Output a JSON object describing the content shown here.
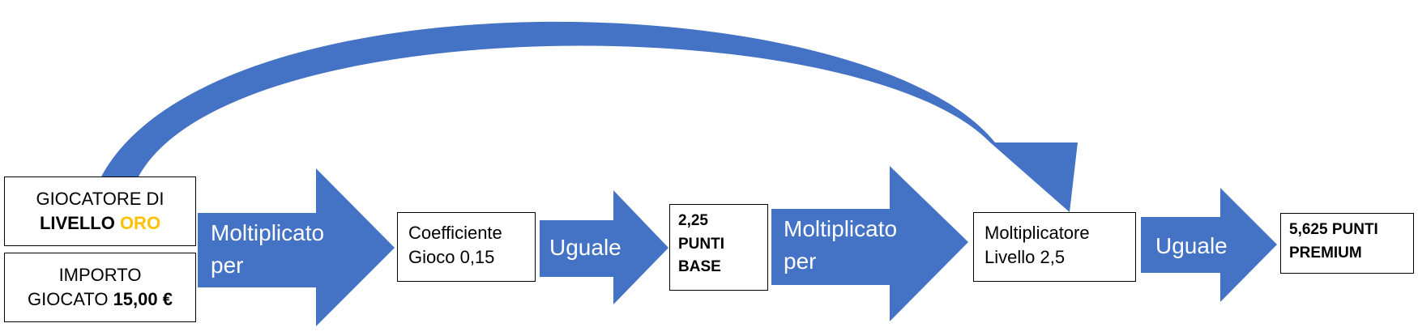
{
  "colors": {
    "arrow_fill": "#4472c4",
    "box_border": "#000000",
    "highlight_gold": "#ffc000"
  },
  "box_player_level": {
    "line1": "GIOCATORE DI",
    "line2_prefix": "LIVELLO ",
    "line2_level": "ORO"
  },
  "box_amount": {
    "line1": "IMPORTO",
    "line2_prefix": "GIOCATO ",
    "line2_value": "15,00 €"
  },
  "arrow_multiply_1": {
    "line1": "Moltiplicato",
    "line2": "per"
  },
  "box_game_coefficient": {
    "line1": "Coefficiente",
    "line2": "Gioco 0,15"
  },
  "arrow_equals_1": {
    "label": "Uguale"
  },
  "box_base_points": {
    "line1": "2,25",
    "line2": "PUNTI",
    "line3": "BASE"
  },
  "arrow_multiply_2": {
    "line1": "Moltiplicato",
    "line2": "per"
  },
  "box_level_multiplier": {
    "line1": "Moltiplicatore",
    "line2": "Livello 2,5"
  },
  "arrow_equals_2": {
    "label": "Uguale"
  },
  "box_premium_points": {
    "line1": "5,625 PUNTI",
    "line2": "PREMIUM"
  }
}
